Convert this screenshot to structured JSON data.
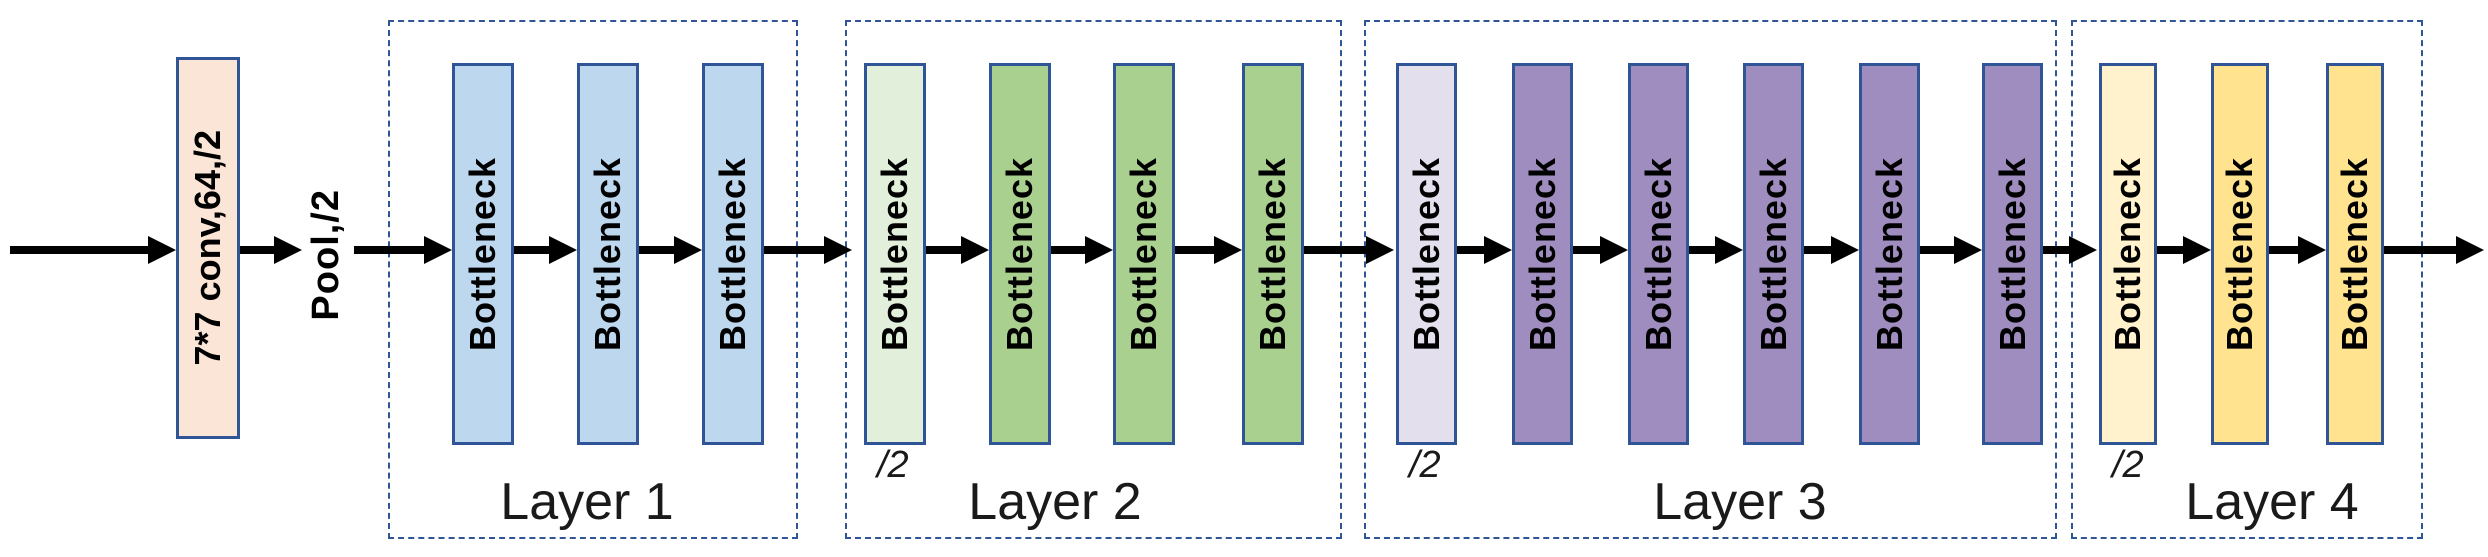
{
  "stem": {
    "conv_label": "7*7 conv,64,/2",
    "pool_label": "Pool,/2",
    "conv_fill": "#FBE5D6"
  },
  "colors": {
    "box_border": "#2F5597",
    "dashed_border": "#2F5597",
    "arrow": "#000000",
    "text": "#000000"
  },
  "layers": [
    {
      "label": "Layer 1",
      "stride_label": null,
      "blocks": [
        {
          "label": "Bottleneck",
          "fill": "#BDD7EE"
        },
        {
          "label": "Bottleneck",
          "fill": "#BDD7EE"
        },
        {
          "label": "Bottleneck",
          "fill": "#BDD7EE"
        }
      ]
    },
    {
      "label": "Layer 2",
      "stride_label": "/2",
      "blocks": [
        {
          "label": "Bottleneck",
          "fill": "#E2EFDA"
        },
        {
          "label": "Bottleneck",
          "fill": "#A9D08E"
        },
        {
          "label": "Bottleneck",
          "fill": "#A9D08E"
        },
        {
          "label": "Bottleneck",
          "fill": "#A9D08E"
        }
      ]
    },
    {
      "label": "Layer 3",
      "stride_label": "/2",
      "blocks": [
        {
          "label": "Bottleneck",
          "fill": "#E3DFEC"
        },
        {
          "label": "Bottleneck",
          "fill": "#9E8DBE"
        },
        {
          "label": "Bottleneck",
          "fill": "#9E8DBE"
        },
        {
          "label": "Bottleneck",
          "fill": "#9E8DBE"
        },
        {
          "label": "Bottleneck",
          "fill": "#9E8DBE"
        },
        {
          "label": "Bottleneck",
          "fill": "#9E8DBE"
        }
      ]
    },
    {
      "label": "Layer 4",
      "stride_label": "/2",
      "blocks": [
        {
          "label": "Bottleneck",
          "fill": "#FFF2CC"
        },
        {
          "label": "Bottleneck",
          "fill": "#FFE38F"
        },
        {
          "label": "Bottleneck",
          "fill": "#FFE38F"
        }
      ]
    }
  ]
}
